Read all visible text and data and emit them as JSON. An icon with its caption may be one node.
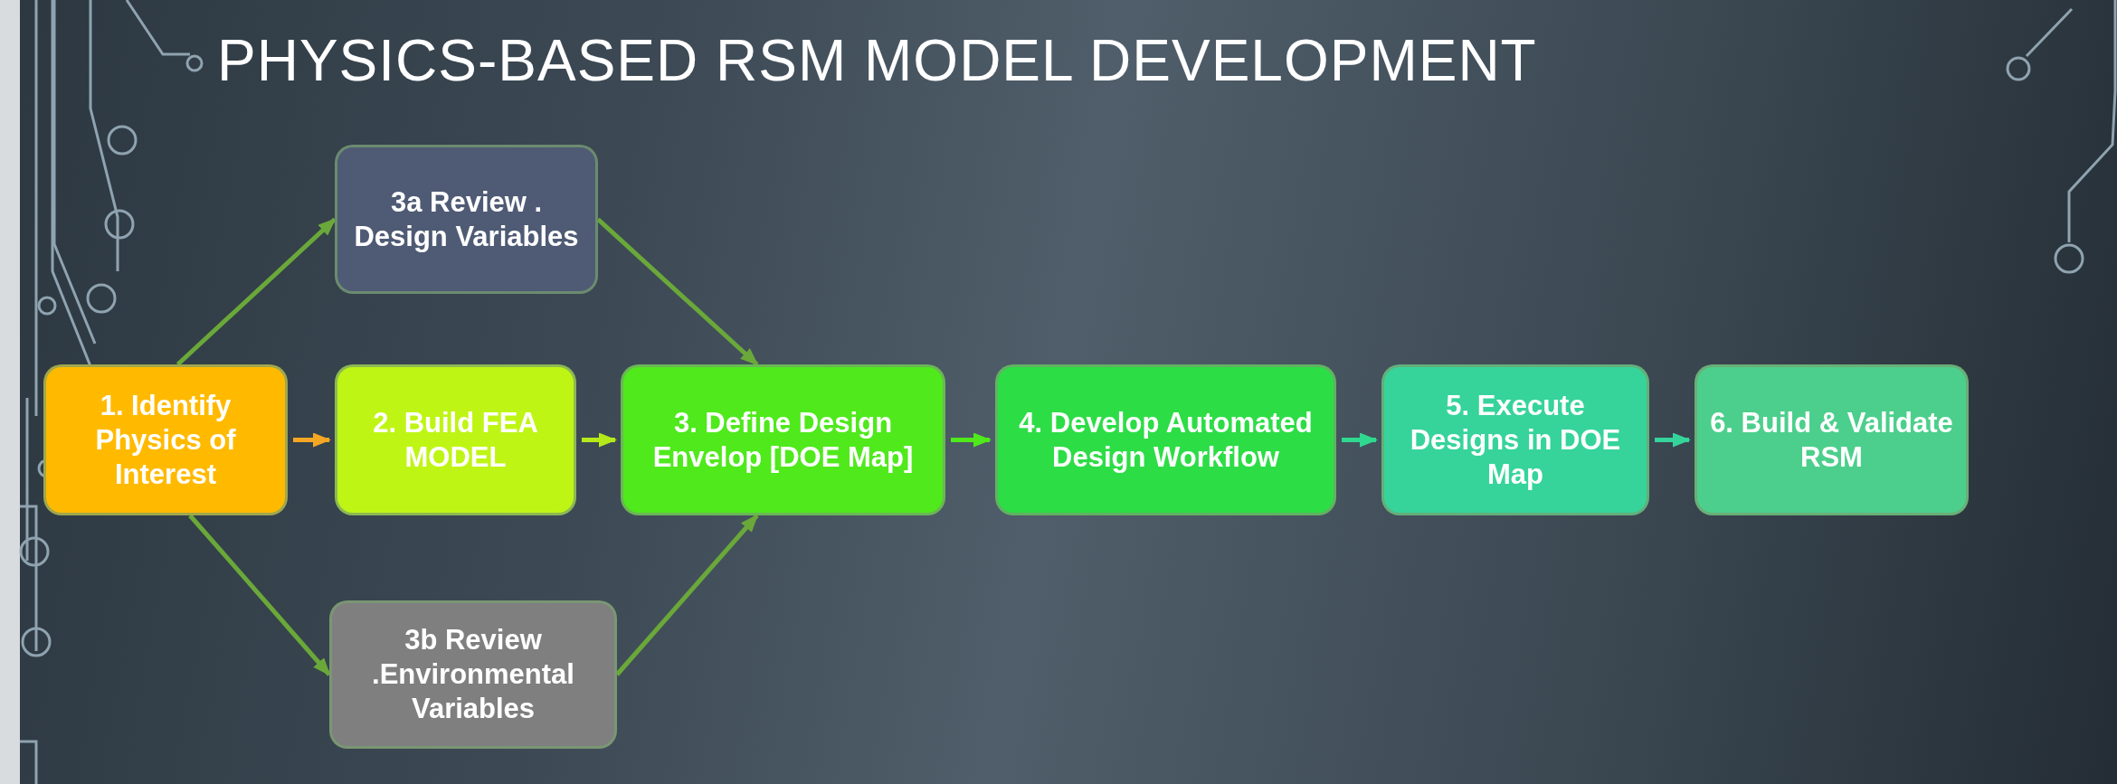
{
  "diagram": {
    "title": "PHYSICS-BASED RSM MODEL DEVELOPMENT",
    "nodes": [
      {
        "text": [
          "1. Identify Physics of Interest"
        ]
      },
      {
        "text": [
          "3a Review . Design Variables"
        ]
      },
      {
        "text": [
          "2. Build FEA MODEL"
        ]
      },
      {
        "text": [
          "3b Review .Environmental Variables"
        ]
      },
      {
        "text": [
          "3. Define Design Envelop [DOE Map]"
        ]
      },
      {
        "text": [
          "4. Develop Automated Design Workflow"
        ]
      },
      {
        "text": [
          "5. Execute Designs in DOE Map"
        ]
      },
      {
        "text": [
          "6. Build & Validate RSM"
        ]
      }
    ],
    "edges": [
      {
        "from": 0,
        "to": 1,
        "arrow": "to"
      },
      {
        "from": 0,
        "to": 3,
        "arrow": "to"
      },
      {
        "from": 1,
        "to": 4,
        "arrow": "to"
      },
      {
        "from": 3,
        "to": 4,
        "arrow": "to"
      },
      {
        "from": 0,
        "to": 2,
        "arrow": "to",
        "color": "#f5a623"
      },
      {
        "from": 2,
        "to": 4,
        "arrow": "to",
        "color": "#b5ea1a"
      },
      {
        "from": 4,
        "to": 5,
        "arrow": "to",
        "color": "#4fe91c"
      },
      {
        "from": 5,
        "to": 6,
        "arrow": "to",
        "color": "#2fd98f"
      },
      {
        "from": 6,
        "to": 7,
        "arrow": "to",
        "color": "#34d49a"
      }
    ]
  }
}
